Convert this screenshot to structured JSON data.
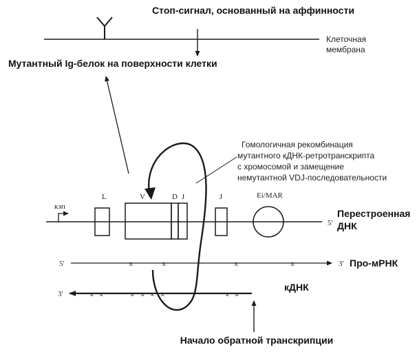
{
  "title": "Стоп-сигнал, основанный на аффинности",
  "membrane_label_line1": "Клеточная",
  "membrane_label_line2": "мембрана",
  "mutant_protein_label": "Мутантный Ig-белок на поверхности клетки",
  "recombination_note": [
    "Гомологичная рекомбинация",
    "мутантного кДНК-ретротранскрипта",
    "с хромосомой и замещение",
    "немутантной VDJ-последовательности"
  ],
  "gene_segments": {
    "cap": "кэп",
    "L": "L",
    "V": "V",
    "D": "D",
    "J1": "J",
    "J2": "J",
    "enhancer": "Ei/MAR"
  },
  "dna": {
    "end_label": "5'",
    "label_line1": "Перестроенная",
    "label_line2": "ДНК"
  },
  "pre_mrna": {
    "left_end": "5'",
    "right_end": "3'",
    "label": "Про-мРНК"
  },
  "cdna": {
    "left_end": "3'",
    "label": "кДНК"
  },
  "mutation_mark": "x",
  "rt_start_label": "Начало обратной транскрипции"
}
